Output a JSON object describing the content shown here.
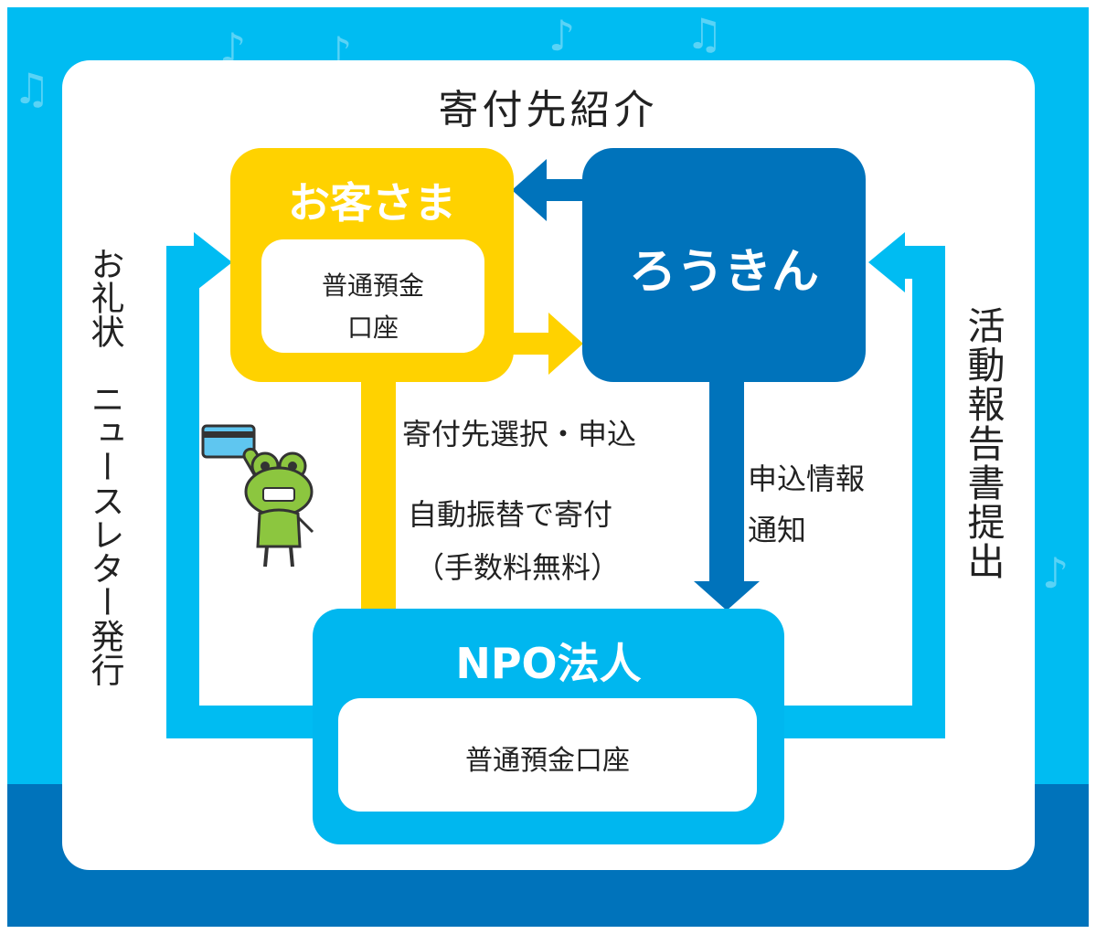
{
  "title": "寄付先紹介",
  "nodes": {
    "customer": {
      "label": "お客さま",
      "account": "普通預金\n口座"
    },
    "roukin": {
      "label": "ろうきん"
    },
    "npo": {
      "label": "NPO法人",
      "account": "普通預金口座"
    }
  },
  "flows": {
    "select_apply": "寄付先選択・申込",
    "auto_transfer": "自動振替で寄付",
    "fee_free": "（手数料無料）",
    "apply_info": "申込情報\n通知",
    "thanks_newsletter": "お礼状　ニュースレター発行",
    "activity_report": "活動報告書提出"
  },
  "colors": {
    "sky_blue": "#00bcf2",
    "dark_blue": "#0073bb",
    "yellow": "#ffd200",
    "white": "#ffffff"
  },
  "icons": {
    "mascot": "frog-holding-card-icon",
    "decoration": "music-note-icon"
  }
}
